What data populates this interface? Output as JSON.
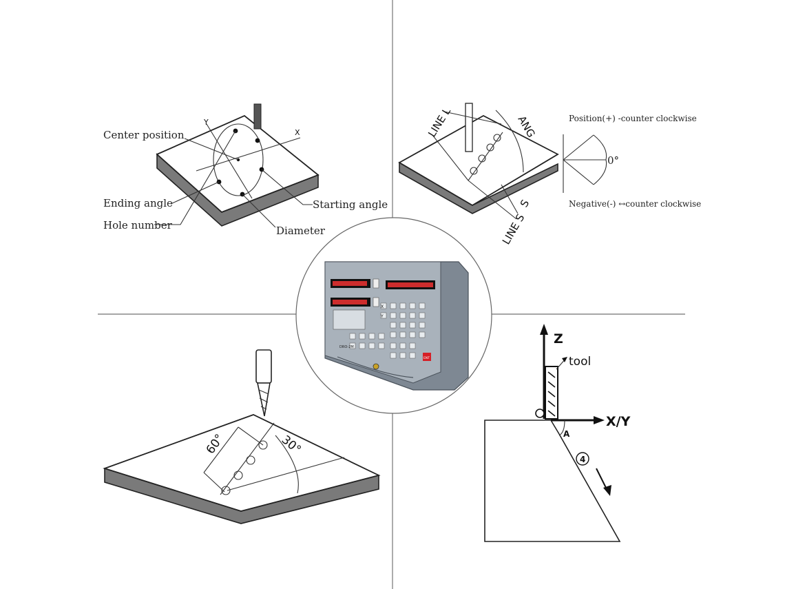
{
  "panels": {
    "bolt_hole": {
      "labels": {
        "center": "Center position",
        "ending": "Ending angle",
        "hole": "Hole number",
        "starting": "Starting angle",
        "diameter": "Diameter",
        "axis_x": "X",
        "axis_y": "Y"
      }
    },
    "line_hole": {
      "labels": {
        "line_l": "LINE L",
        "ang": "ANG",
        "line_s": "LINE S",
        "s": "S",
        "positive": "Position(+) -counter clockwise",
        "negative": "Negative(-) ↔counter clockwise",
        "zero": "0°"
      }
    },
    "angle_drill": {
      "labels": {
        "a60": "60°",
        "a30": "30°"
      }
    },
    "bevel": {
      "labels": {
        "z": "Z",
        "tool": "tool",
        "xy": "X/Y",
        "a": "A",
        "step": "4"
      }
    }
  },
  "device": {
    "model": "DRO-2M",
    "enter": "ENT",
    "axis_keys": [
      "X",
      "Y"
    ]
  }
}
